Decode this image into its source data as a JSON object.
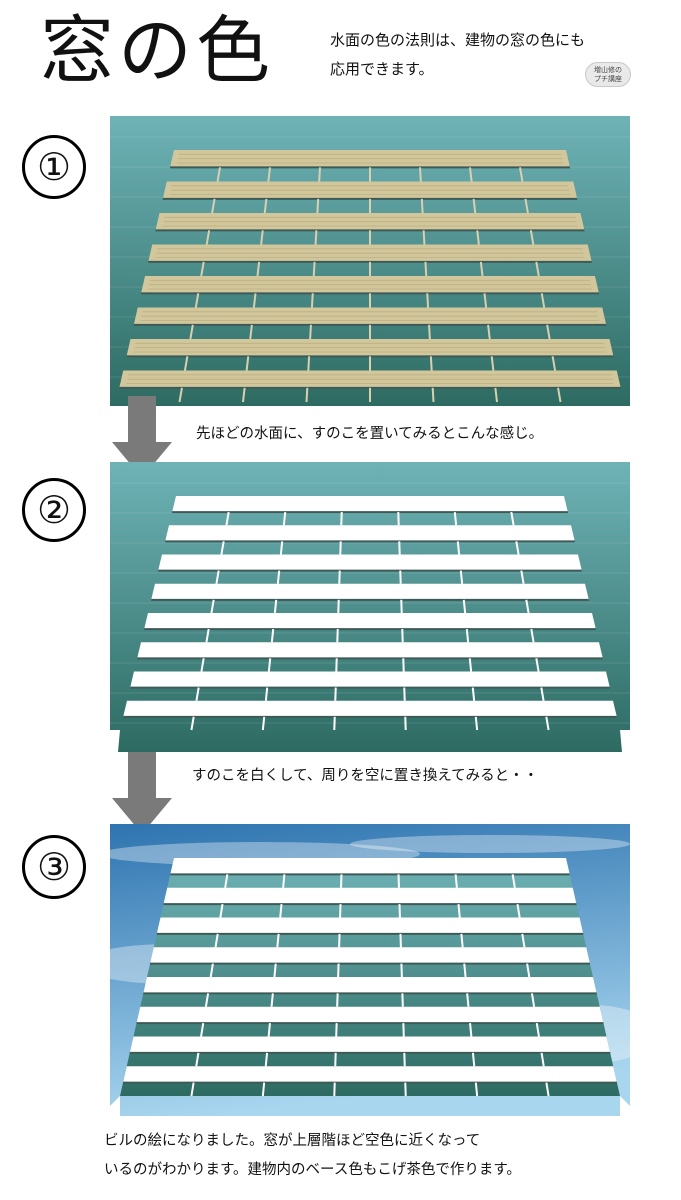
{
  "header": {
    "title": "窓の色",
    "intro_line1": "水面の色の法則は、建物の窓の色にも",
    "intro_line2": "応用できます。",
    "badge_line1": "増山修の",
    "badge_line2": "プチ講座"
  },
  "steps": [
    {
      "number": "①",
      "caption": "先ほどの水面に、すのこを置いてみるとこんな感じ。"
    },
    {
      "number": "②",
      "caption": "すのこを白くして、周りを空に置き換えてみると・・"
    },
    {
      "number": "③"
    }
  ],
  "closing": {
    "line1": "ビルの絵になりました。窓が上層階ほど空色に近くなって",
    "line2": "いるのがわかります。建物内のベース色もこげ茶色で作ります。"
  },
  "colors": {
    "water_far": "#6fb3b7",
    "water_near": "#2d6b62",
    "wood": "#d2c79c",
    "wood_grain": "#b3a573",
    "slat_white": "#ffffff",
    "sky_top": "#2e74b0",
    "sky_bottom": "#a9d6ef",
    "arrow": "#7a7a7a"
  }
}
